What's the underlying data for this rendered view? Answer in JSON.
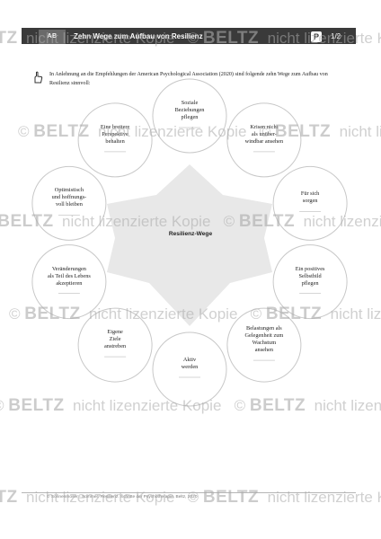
{
  "header": {
    "badge": "AB",
    "title": "Zehn Wege zum Aufbau von Resilienz",
    "page": "1/2"
  },
  "intro": {
    "text": "In Anlehnung an die Empfehlungen der American Psychological Association (2020) sind folgende zehn Wege zum Aufbau von Resilienz sinnvoll:"
  },
  "diagram": {
    "center": "Resilienz-Wege",
    "ways": [
      "Soziale Beziehungen pflegen",
      "Krisen nicht als unüber-windbar ansehen",
      "Für sich sorgen",
      "Ein positives Selbstbild pflegen",
      "Belastungen als Gelegenheit zum Wachstum ansehen",
      "Aktiv werden",
      "Eigene Ziele anstreben",
      "Veränderungen als Teil des Lebens akzeptieren",
      "Optimistisch und hoffnungs-voll bleiben",
      "Eine breitere Perspektive behalten"
    ]
  },
  "footer": {
    "text": "© Sonnenmoser · Sommer: Resilienz. Schritte der Psychotherapie. Beltz, 2020"
  },
  "watermark": {
    "copyright": "©",
    "logo": "BELTZ",
    "text": "nicht lizenzierte Kopie"
  }
}
